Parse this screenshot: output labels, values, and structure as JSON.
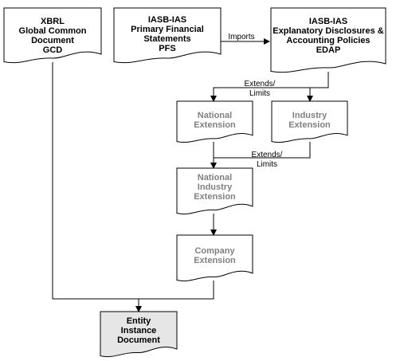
{
  "colors": {
    "text_dark": "#000000",
    "text_grey": "#808080",
    "stroke": "#000000",
    "fill_default": "#ffffff",
    "fill_entity": "#e6e6e6"
  },
  "nodes": [
    {
      "id": "gcd",
      "lines": [
        "XBRL",
        "Global Common",
        "Document",
        "GCD"
      ],
      "style": "dark"
    },
    {
      "id": "pfs",
      "lines": [
        "IASB-IAS",
        "Primary Financial",
        "Statements",
        "PFS"
      ],
      "style": "dark"
    },
    {
      "id": "edap",
      "lines": [
        "IASB-IAS",
        "Explanatory Disclosures &",
        "Accounting Policies",
        "EDAP"
      ],
      "style": "dark"
    },
    {
      "id": "national",
      "lines": [
        "National",
        "Extension"
      ],
      "style": "grey"
    },
    {
      "id": "industry",
      "lines": [
        "Industry",
        "Extension"
      ],
      "style": "grey"
    },
    {
      "id": "natind",
      "lines": [
        "National",
        "Industry",
        "Extension"
      ],
      "style": "grey"
    },
    {
      "id": "company",
      "lines": [
        "Company",
        "Extension"
      ],
      "style": "grey"
    },
    {
      "id": "entity",
      "lines": [
        "Entity",
        "Instance",
        "Document"
      ],
      "style": "entity"
    }
  ],
  "edge_labels": [
    {
      "id": "imports",
      "lines": [
        "Imports"
      ]
    },
    {
      "id": "extends1",
      "lines": [
        "Extends/",
        "Limits"
      ]
    },
    {
      "id": "extends2",
      "lines": [
        "Extends/",
        "Limits"
      ]
    }
  ]
}
